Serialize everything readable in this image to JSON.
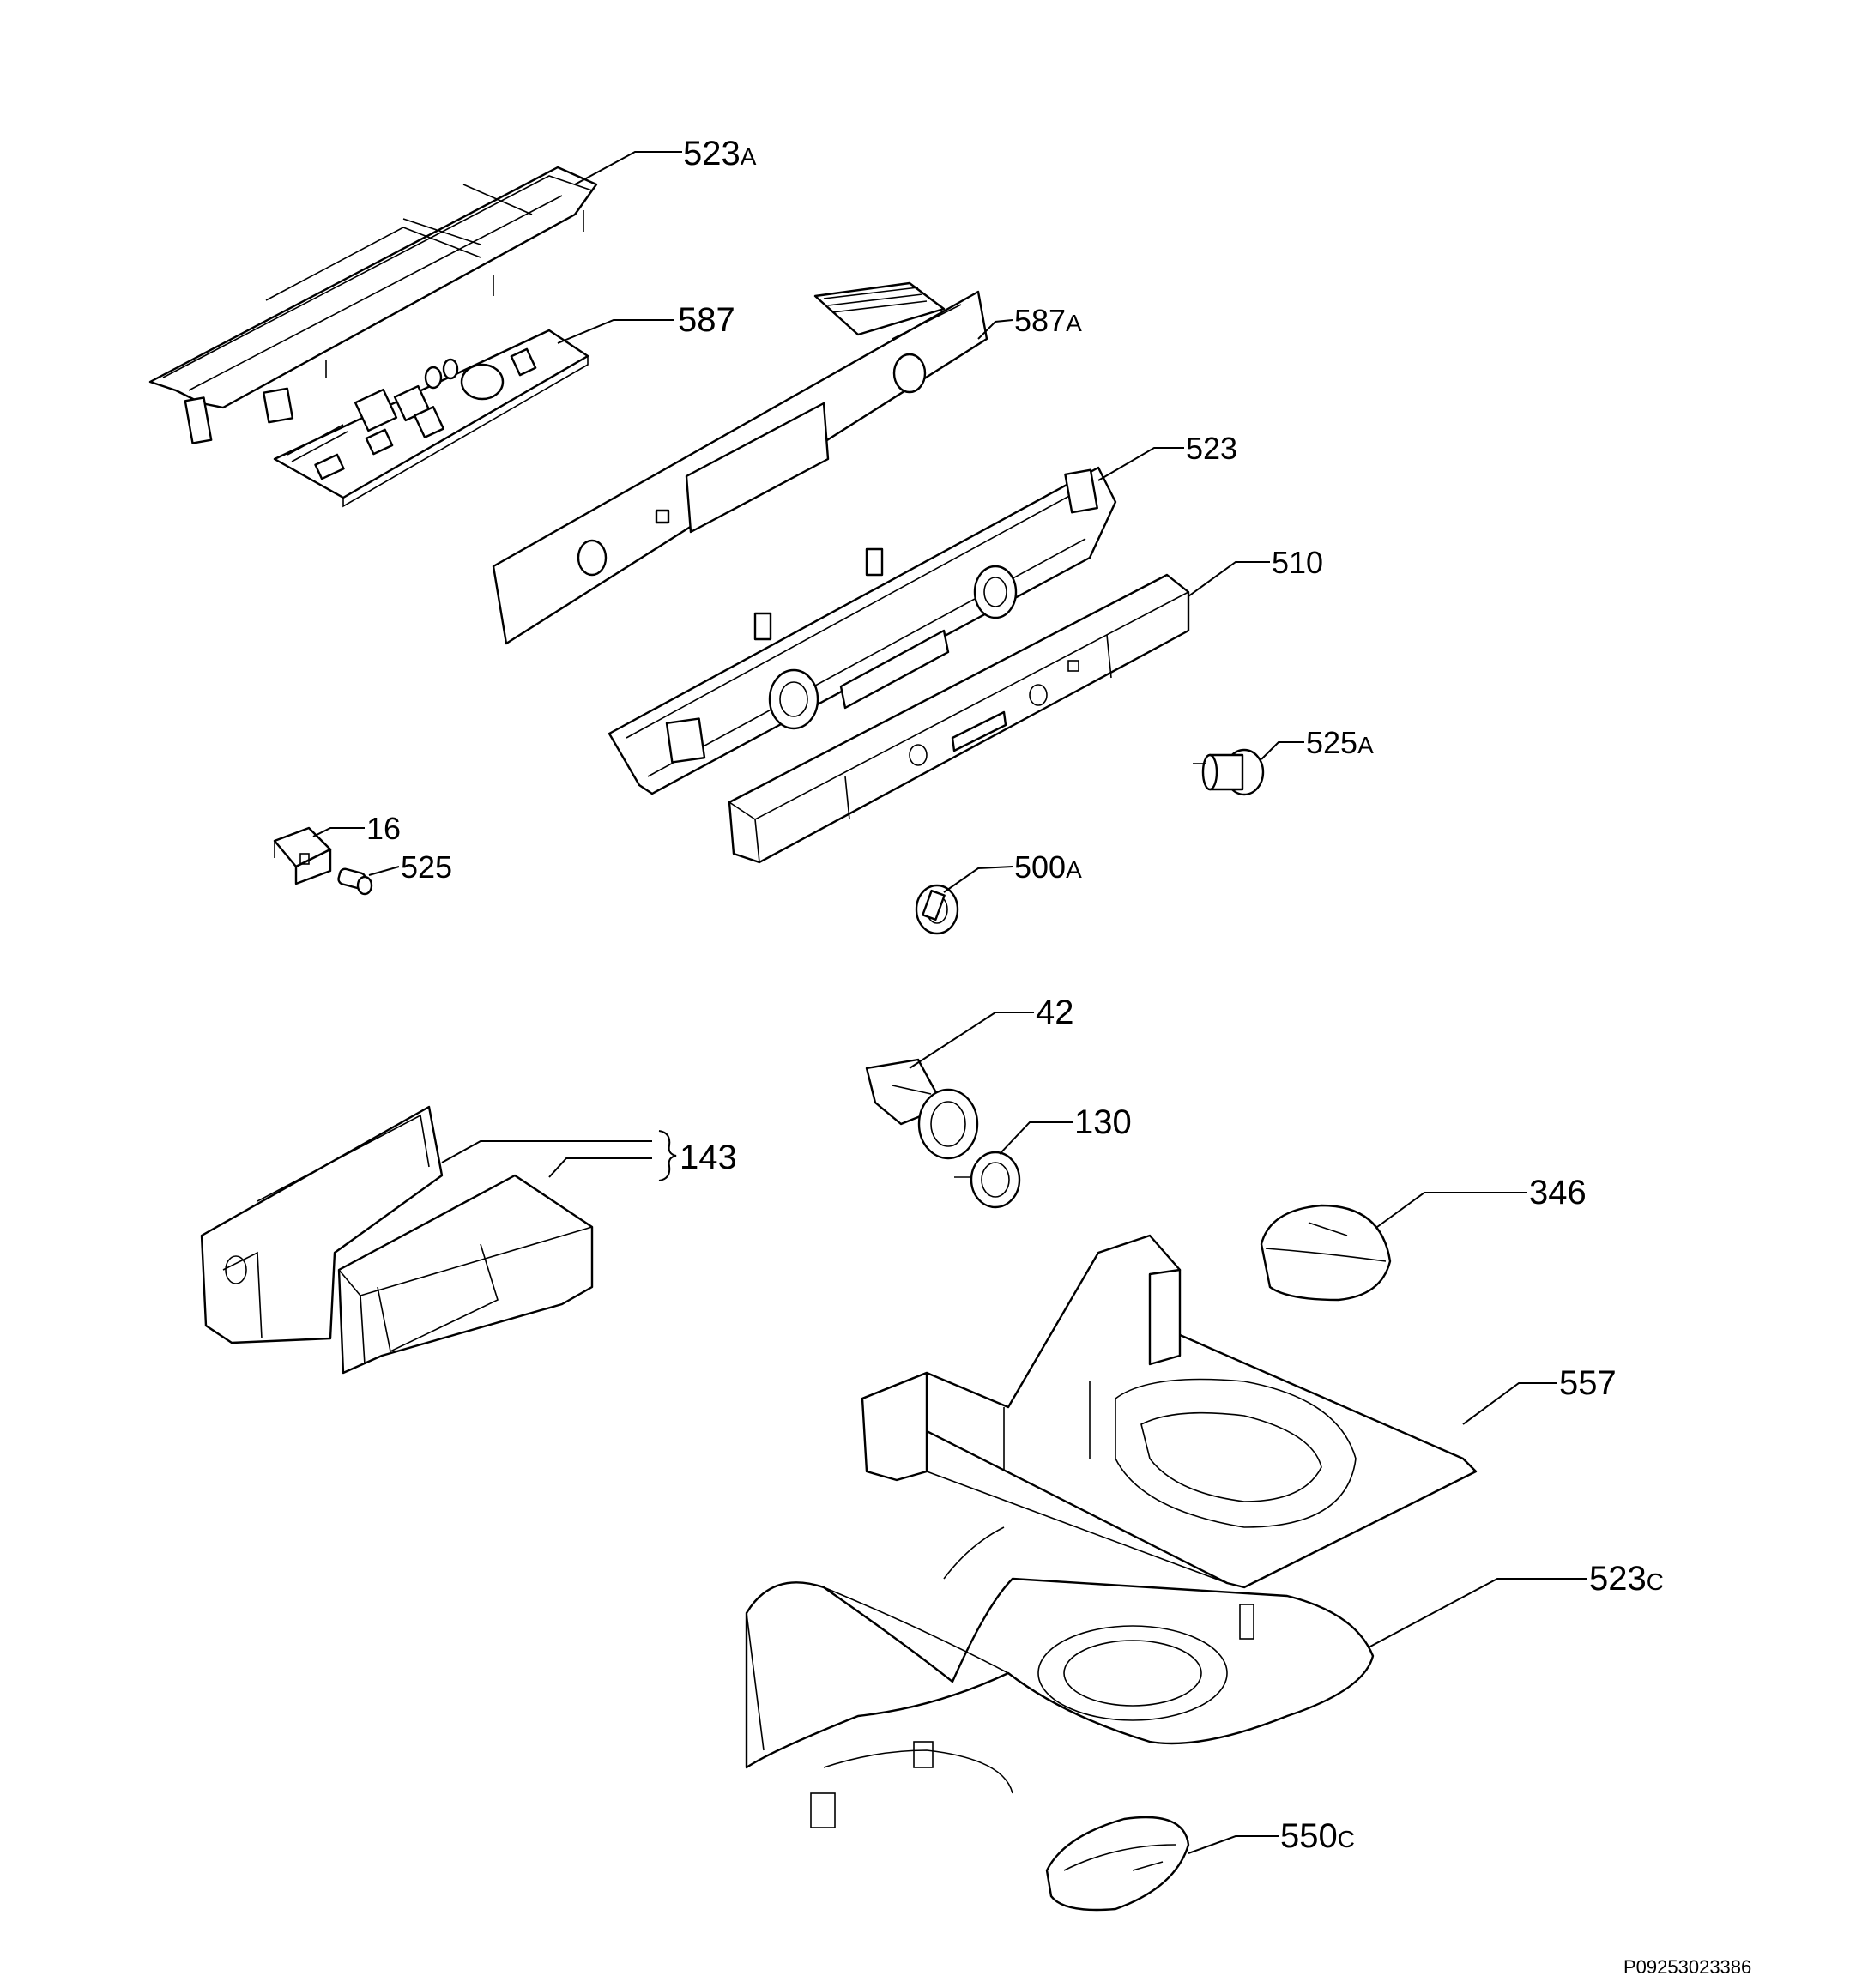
{
  "callouts": [
    {
      "id": "523a",
      "number": "523",
      "suffix": "A"
    },
    {
      "id": "587",
      "number": "587",
      "suffix": ""
    },
    {
      "id": "587a",
      "number": "587",
      "suffix": "A"
    },
    {
      "id": "523",
      "number": "523",
      "suffix": ""
    },
    {
      "id": "510",
      "number": "510",
      "suffix": ""
    },
    {
      "id": "525a",
      "number": "525",
      "suffix": "A"
    },
    {
      "id": "16",
      "number": "16",
      "suffix": ""
    },
    {
      "id": "525",
      "number": "525",
      "suffix": ""
    },
    {
      "id": "500a",
      "number": "500",
      "suffix": "A"
    },
    {
      "id": "42",
      "number": "42",
      "suffix": ""
    },
    {
      "id": "130",
      "number": "130",
      "suffix": ""
    },
    {
      "id": "143",
      "number": "143",
      "suffix": ""
    },
    {
      "id": "346",
      "number": "346",
      "suffix": ""
    },
    {
      "id": "557",
      "number": "557",
      "suffix": ""
    },
    {
      "id": "523c",
      "number": "523",
      "suffix": "C"
    },
    {
      "id": "550c",
      "number": "550",
      "suffix": "C"
    }
  ],
  "drawing_code": "P09253023386"
}
